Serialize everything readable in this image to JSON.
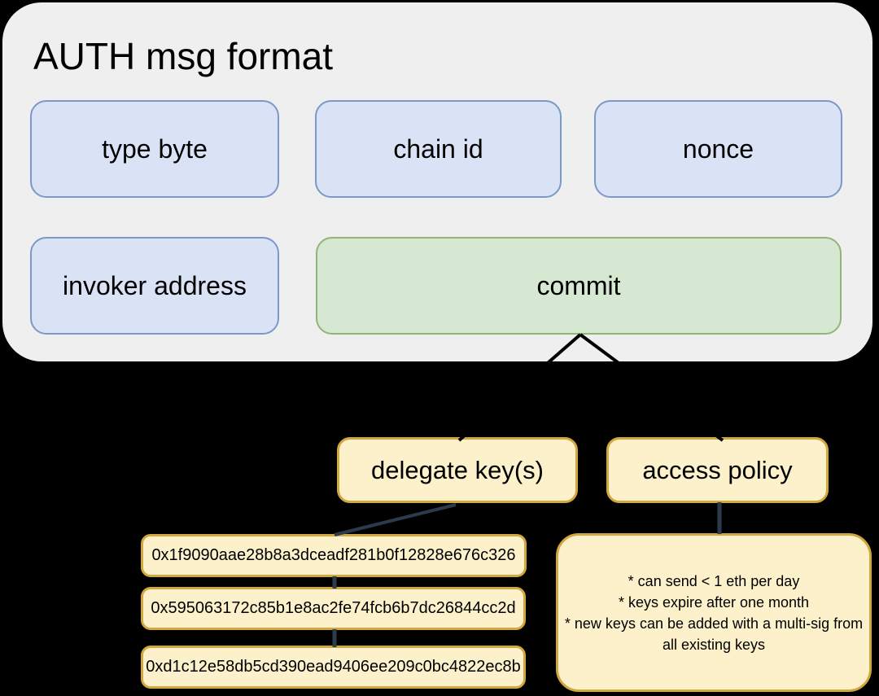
{
  "panel": {
    "title": "AUTH msg format"
  },
  "fields": {
    "type_byte": "type byte",
    "chain_id": "chain id",
    "nonce": "nonce",
    "invoker_address": "invoker address",
    "commit": "commit"
  },
  "commit_breakdown": {
    "delegate_keys_label": "delegate key(s)",
    "access_policy_label": "access policy",
    "keys": [
      "0x1f9090aae28b8a3dceadf281b0f12828e676c326",
      "0x595063172c85b1e8ac2fe74fcb6b7dc26844cc2d",
      "0xd1c12e58db5cd390ead9406ee209c0bc4822ec8b"
    ],
    "policy_lines": [
      "* can send < 1 eth per day",
      "* keys expire after one month",
      "* new keys can be added with a multi-sig from",
      "all existing keys"
    ]
  },
  "colors": {
    "background": "#000000",
    "panel_fill": "#efefef",
    "field_blue_fill": "#dae3f6",
    "field_blue_border": "#7b98c9",
    "commit_green_fill": "#d6e8d2",
    "commit_green_border": "#8fb57a",
    "note_yellow_fill": "#fcf1cb",
    "note_yellow_border": "#d1a83f",
    "connector_dark_slate": "#2b3b4d",
    "connector_black": "#000000"
  }
}
